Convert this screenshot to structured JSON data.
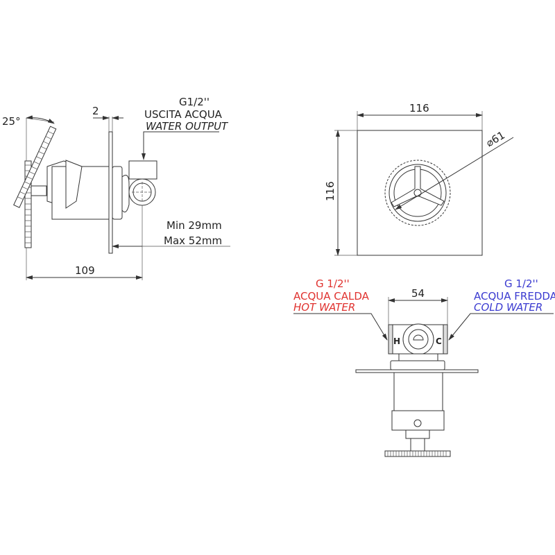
{
  "side_view": {
    "angle": "25°",
    "plate_thickness": "2",
    "outlet_thread": "G1/2''",
    "outlet_it": "USCITA ACQUA",
    "outlet_en": "WATER OUTPUT",
    "min_depth": "Min 29mm",
    "max_depth": "Max 52mm",
    "total_depth": "109"
  },
  "front_view": {
    "width": "116",
    "height": "116",
    "knob_diameter": "⌀61"
  },
  "bottom_view": {
    "inlet_spacing": "54",
    "hot": {
      "thread": "G 1/2''",
      "it": "ACQUA CALDA",
      "en": "HOT WATER",
      "mark": "H",
      "color": "#e0322f"
    },
    "cold": {
      "thread": "G 1/2''",
      "it": "ACQUA FREDDA",
      "en": "COLD WATER",
      "mark": "C",
      "color": "#3a3ad0"
    }
  }
}
